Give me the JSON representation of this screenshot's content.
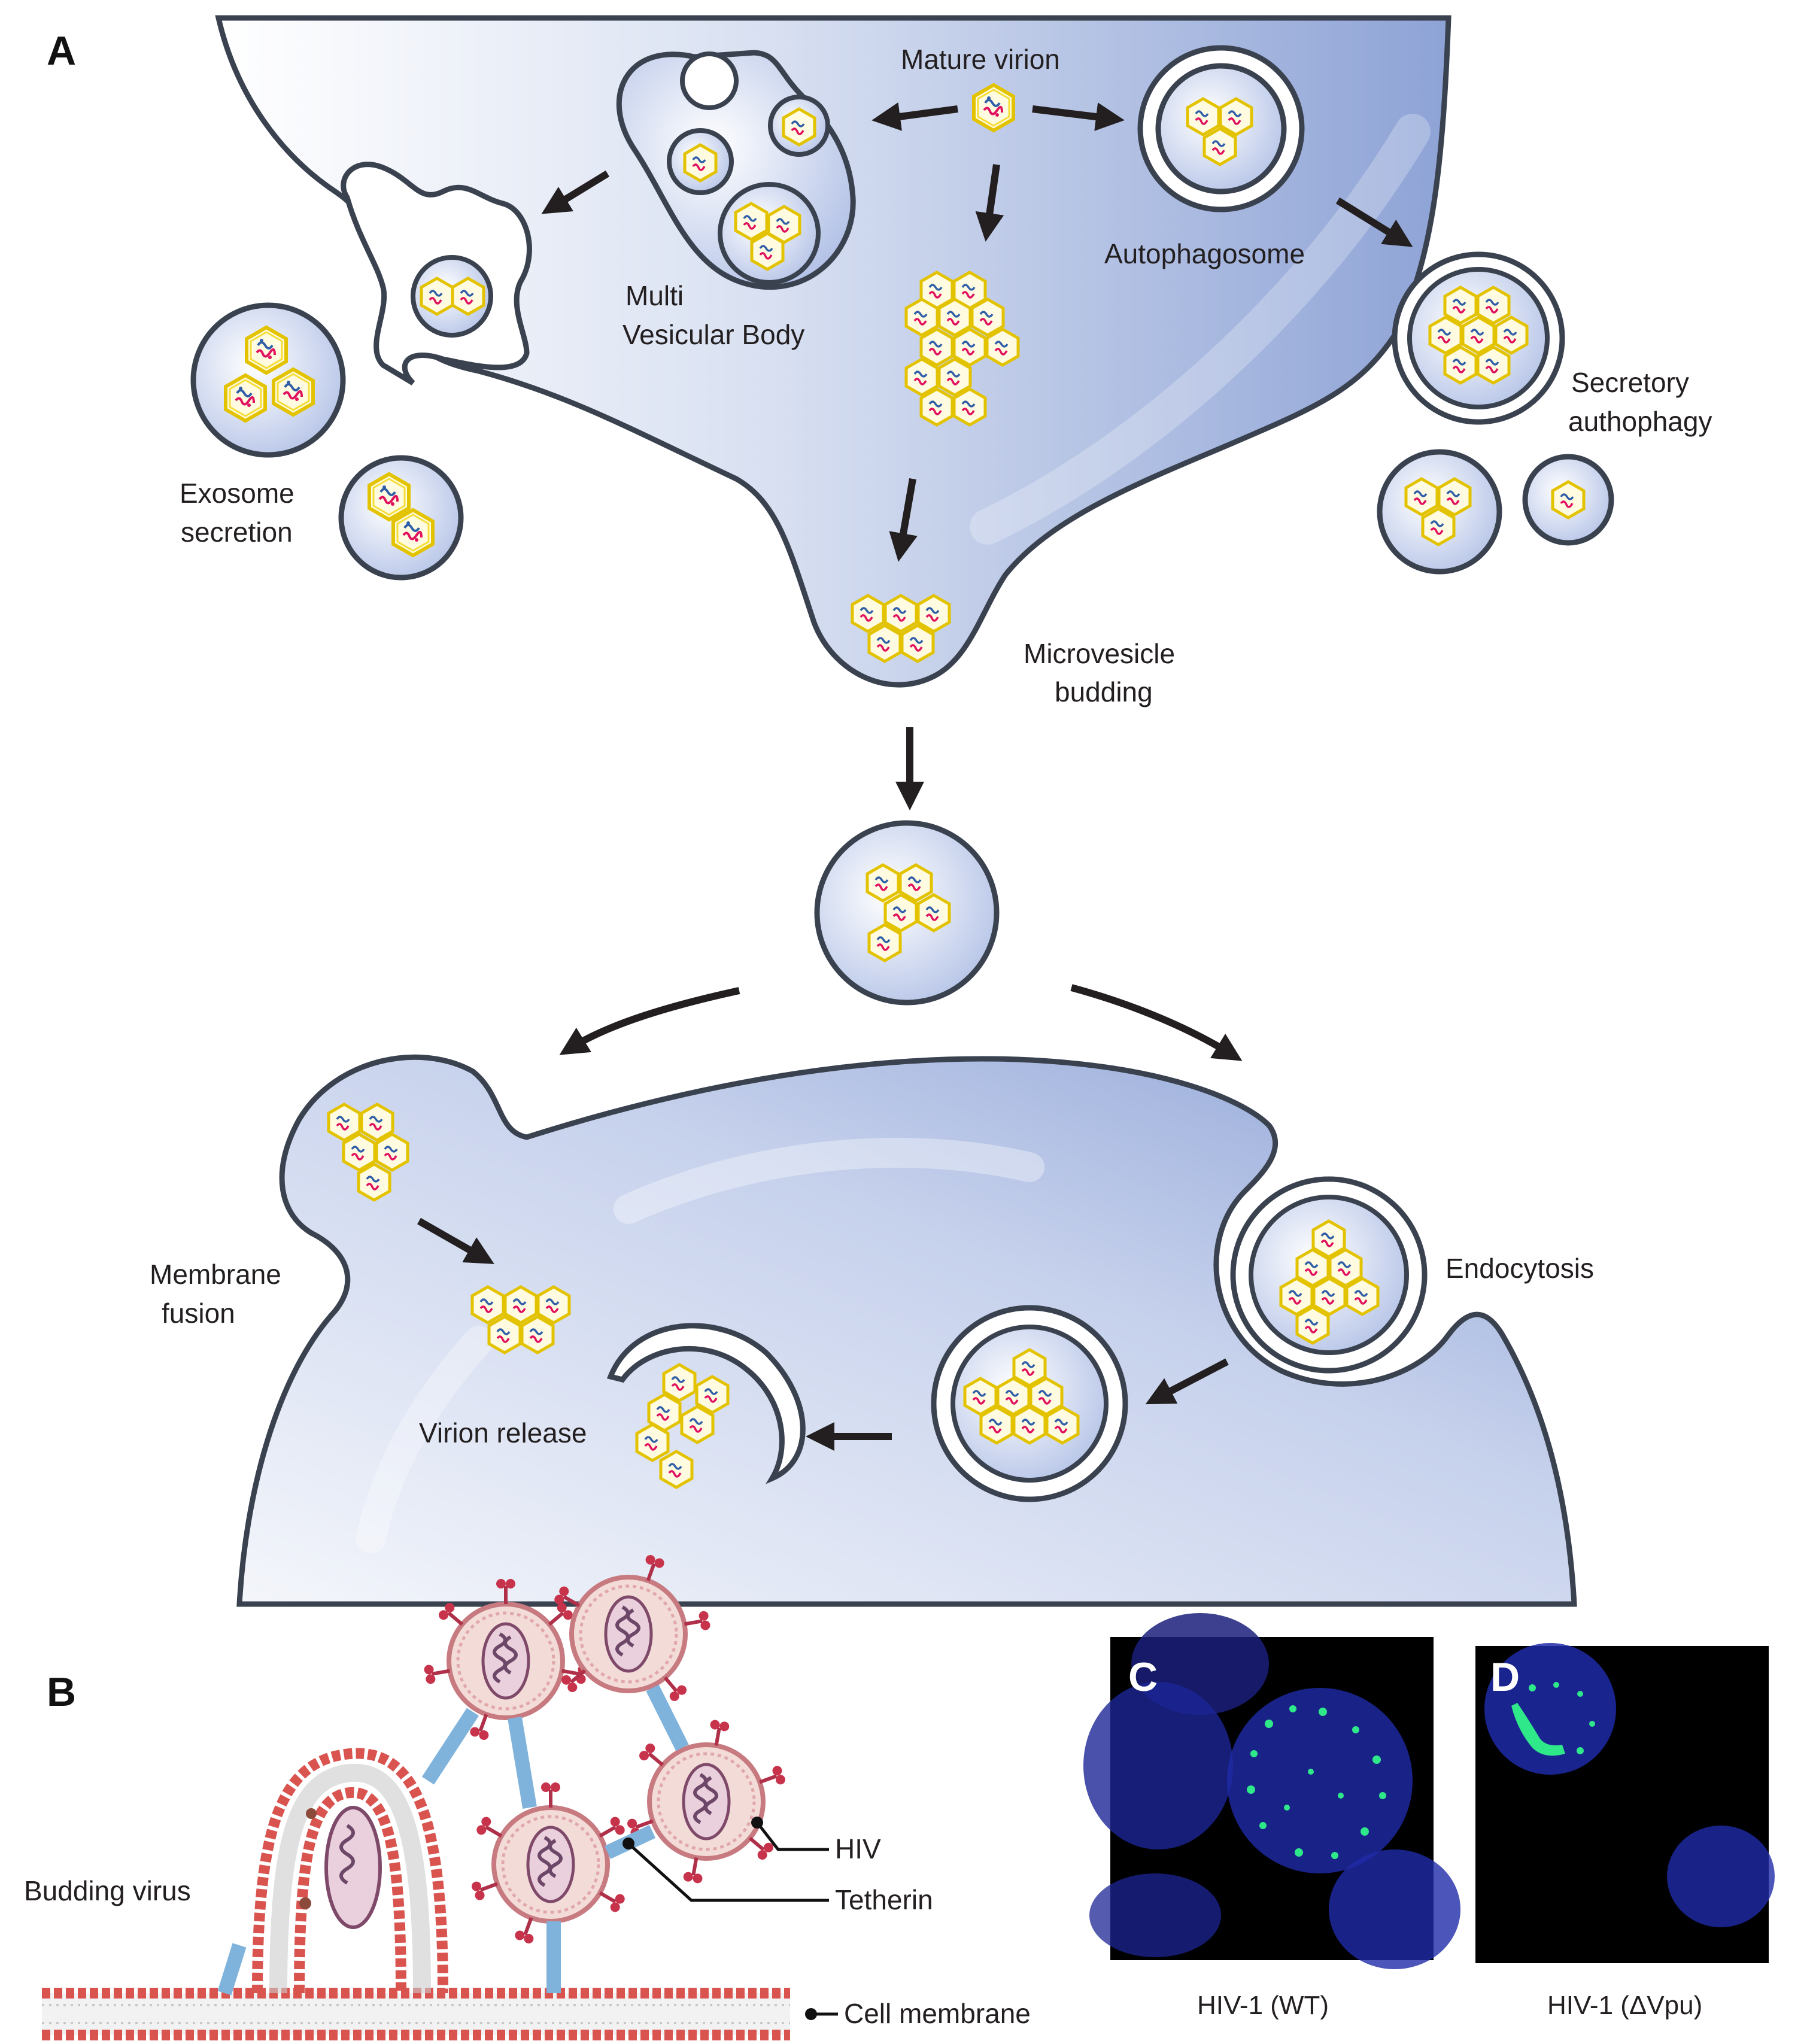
{
  "panels": {
    "a": "A",
    "b": "B",
    "c": "C",
    "d": "D"
  },
  "panel_a": {
    "mature_virion": "Mature virion",
    "mvb_line1": "Multi",
    "mvb_line2": "Vesicular Body",
    "autophagosome": "Autophagosome",
    "exosome_line1": "Exosome",
    "exosome_line2": "secretion",
    "secretory_line1": "Secretory",
    "secretory_line2": "authophagy",
    "microvesicle_line1": "Microvesicle",
    "microvesicle_line2": "budding",
    "membrane_fusion_line1": "Membrane",
    "membrane_fusion_line2": "fusion",
    "endocytosis": "Endocytosis",
    "virion_release": "Virion release"
  },
  "panel_b": {
    "budding_virus": "Budding virus",
    "hiv": "HIV",
    "tetherin": "Tetherin",
    "cell_membrane": "Cell membrane"
  },
  "panel_c": {
    "caption": "HIV-1 (WT)"
  },
  "panel_d": {
    "caption": "HIV-1 (ΔVpu)"
  },
  "colors": {
    "cell_fill": "#a9b9e0",
    "membrane": "#3a4250",
    "capsid": "#f0d200",
    "rna_red": "#e0115f",
    "rna_blue": "#2f5da8",
    "tetherin": "#7fb3dc",
    "lipid_head": "#d9534f",
    "micrograph_bg": "#000000",
    "dapi": "#1f2aa8",
    "gfp": "#2ee88a"
  }
}
